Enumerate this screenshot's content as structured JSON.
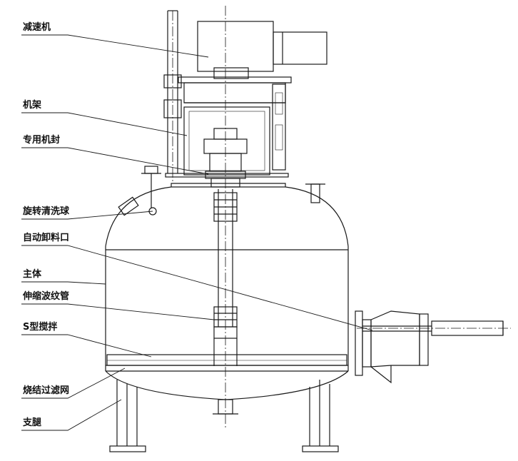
{
  "labels": [
    {
      "id": "reducer",
      "text": "减速机"
    },
    {
      "id": "frame",
      "text": "机架"
    },
    {
      "id": "mech-seal",
      "text": "专用机封"
    },
    {
      "id": "cleaning-ball",
      "text": "旋转清洗球"
    },
    {
      "id": "auto-discharge",
      "text": "自动卸料口"
    },
    {
      "id": "main-body",
      "text": "主体"
    },
    {
      "id": "bellows",
      "text": "伸缩波纹管"
    },
    {
      "id": "s-agitator",
      "text": "S型搅拌"
    },
    {
      "id": "sintered-mesh",
      "text": "烧结过滤网"
    },
    {
      "id": "legs",
      "text": "支腿"
    }
  ],
  "colors": {
    "line": "#1a1a1a",
    "text": "#111111",
    "background": "#ffffff"
  }
}
